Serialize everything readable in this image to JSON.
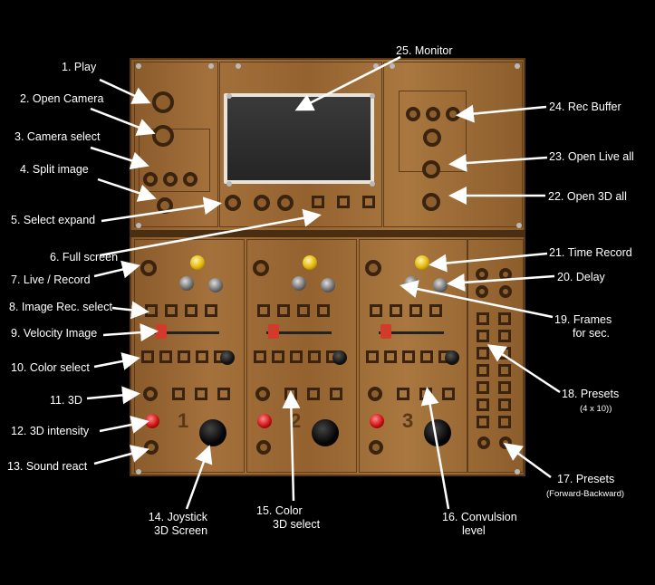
{
  "labels": {
    "l1": "1. Play",
    "l2": "2. Open Camera",
    "l3": "3. Camera select",
    "l4": "4. Split image",
    "l5": "5. Select expand",
    "l6": "6. Full screen",
    "l7": "7. Live / Record",
    "l8": "8. Image Rec. select",
    "l9": "9. Velocity Image",
    "l10": "10. Color select",
    "l11": "11. 3D",
    "l12": "12. 3D intensity",
    "l13": "13. Sound react",
    "l14a": "14. Joystick",
    "l14b": "3D Screen",
    "l15a": "15. Color",
    "l15b": "3D select",
    "l16a": "16. Convulsion",
    "l16b": "level",
    "l17a": "17. Presets",
    "l17b": "(Forward-Backward)",
    "l18a": "18. Presets",
    "l18b": "(4 x 10))",
    "l19a": "19. Frames",
    "l19b": "for sec.",
    "l20": "20. Delay",
    "l21": "21. Time Record",
    "l22": "22. Open 3D all",
    "l23": "23. Open Live all",
    "l24": "24. Rec Buffer",
    "l25": "25. Monitor"
  },
  "channels": [
    "1",
    "2",
    "3"
  ],
  "colors": {
    "background": "#000000",
    "wood": "#9c6a36",
    "fader_cap": "#d23a2a",
    "knob_yellow": "#e2b40a"
  }
}
